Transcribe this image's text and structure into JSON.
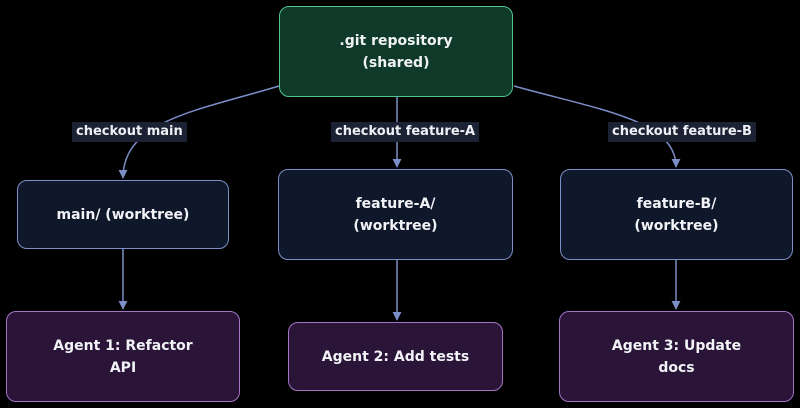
{
  "repo": {
    "text": ".git repository\n(shared)"
  },
  "worktrees": [
    {
      "text": "main/ (worktree)"
    },
    {
      "text": "feature-A/\n(worktree)"
    },
    {
      "text": "feature-B/\n(worktree)"
    }
  ],
  "agents": [
    {
      "text": "Agent 1: Refactor\nAPI"
    },
    {
      "text": "Agent 2: Add tests"
    },
    {
      "text": "Agent 3: Update\ndocs"
    }
  ],
  "edge_labels": [
    "checkout main",
    "checkout feature-A",
    "checkout feature-B"
  ],
  "colors": {
    "background": "#000000",
    "repo_fill": "#0f3a2a",
    "repo_border": "#52c48c",
    "worktree_fill": "#0f172a",
    "worktree_border": "#7c8ec7",
    "agent_fill": "#2a1437",
    "agent_border": "#a274c8",
    "edge": "#7c8ec7",
    "label_bg": "#1b2234"
  }
}
